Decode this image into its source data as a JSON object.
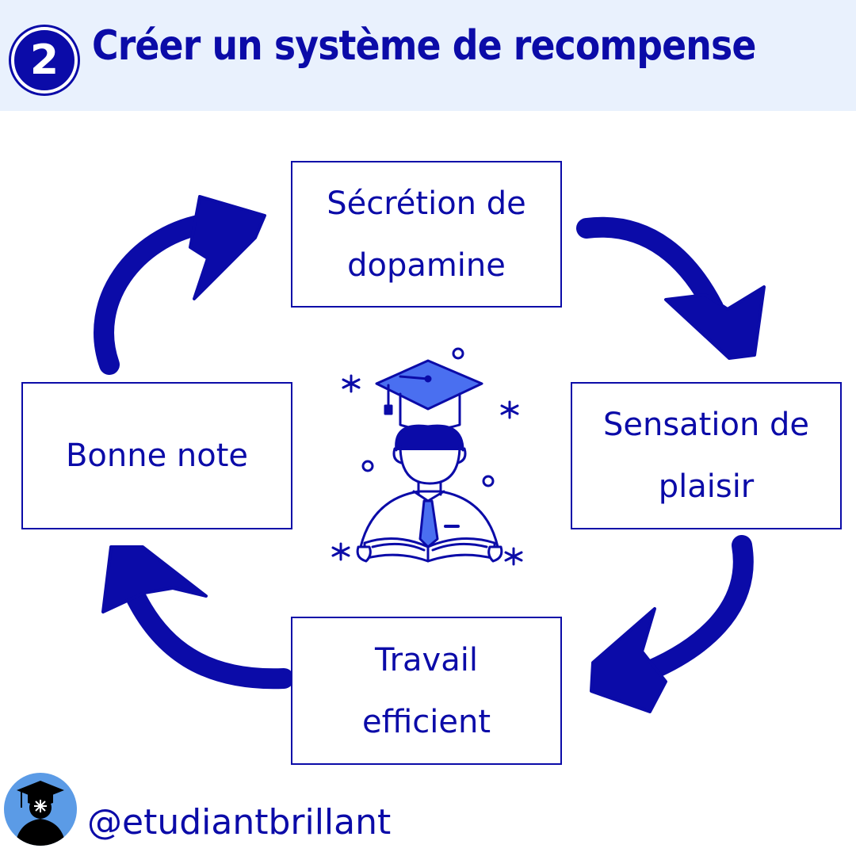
{
  "header": {
    "step_number": "2",
    "title": "Créer un système de recompense"
  },
  "cycle": {
    "top": "Sécrétion de\ndopamine",
    "right": "Sensation de\nplaisir",
    "bottom": "Travail\nefficient",
    "left": "Bonne note"
  },
  "center_illustration": "student-reading-icon",
  "footer": {
    "avatar_icon": "graduate-avatar-icon",
    "handle": "@etudiantbrillant"
  },
  "colors": {
    "primary": "#0b0ba8",
    "header_bg": "#e9f1fd",
    "accent": "#4a6ff0",
    "avatar_bg": "#5b9be6"
  }
}
